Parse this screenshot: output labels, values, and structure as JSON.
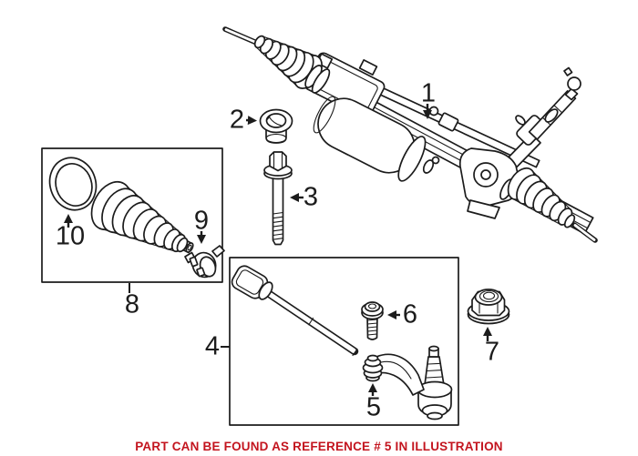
{
  "illustration": {
    "callouts": [
      "1",
      "2",
      "3",
      "4",
      "5",
      "6",
      "7",
      "8",
      "9",
      "10"
    ],
    "caption": "PART CAN BE FOUND AS REFERENCE # 5 IN ILLUSTRATION",
    "colors": {
      "line": "#1c1c1c",
      "caption_red": "#c3141e",
      "background": "#ffffff"
    }
  }
}
